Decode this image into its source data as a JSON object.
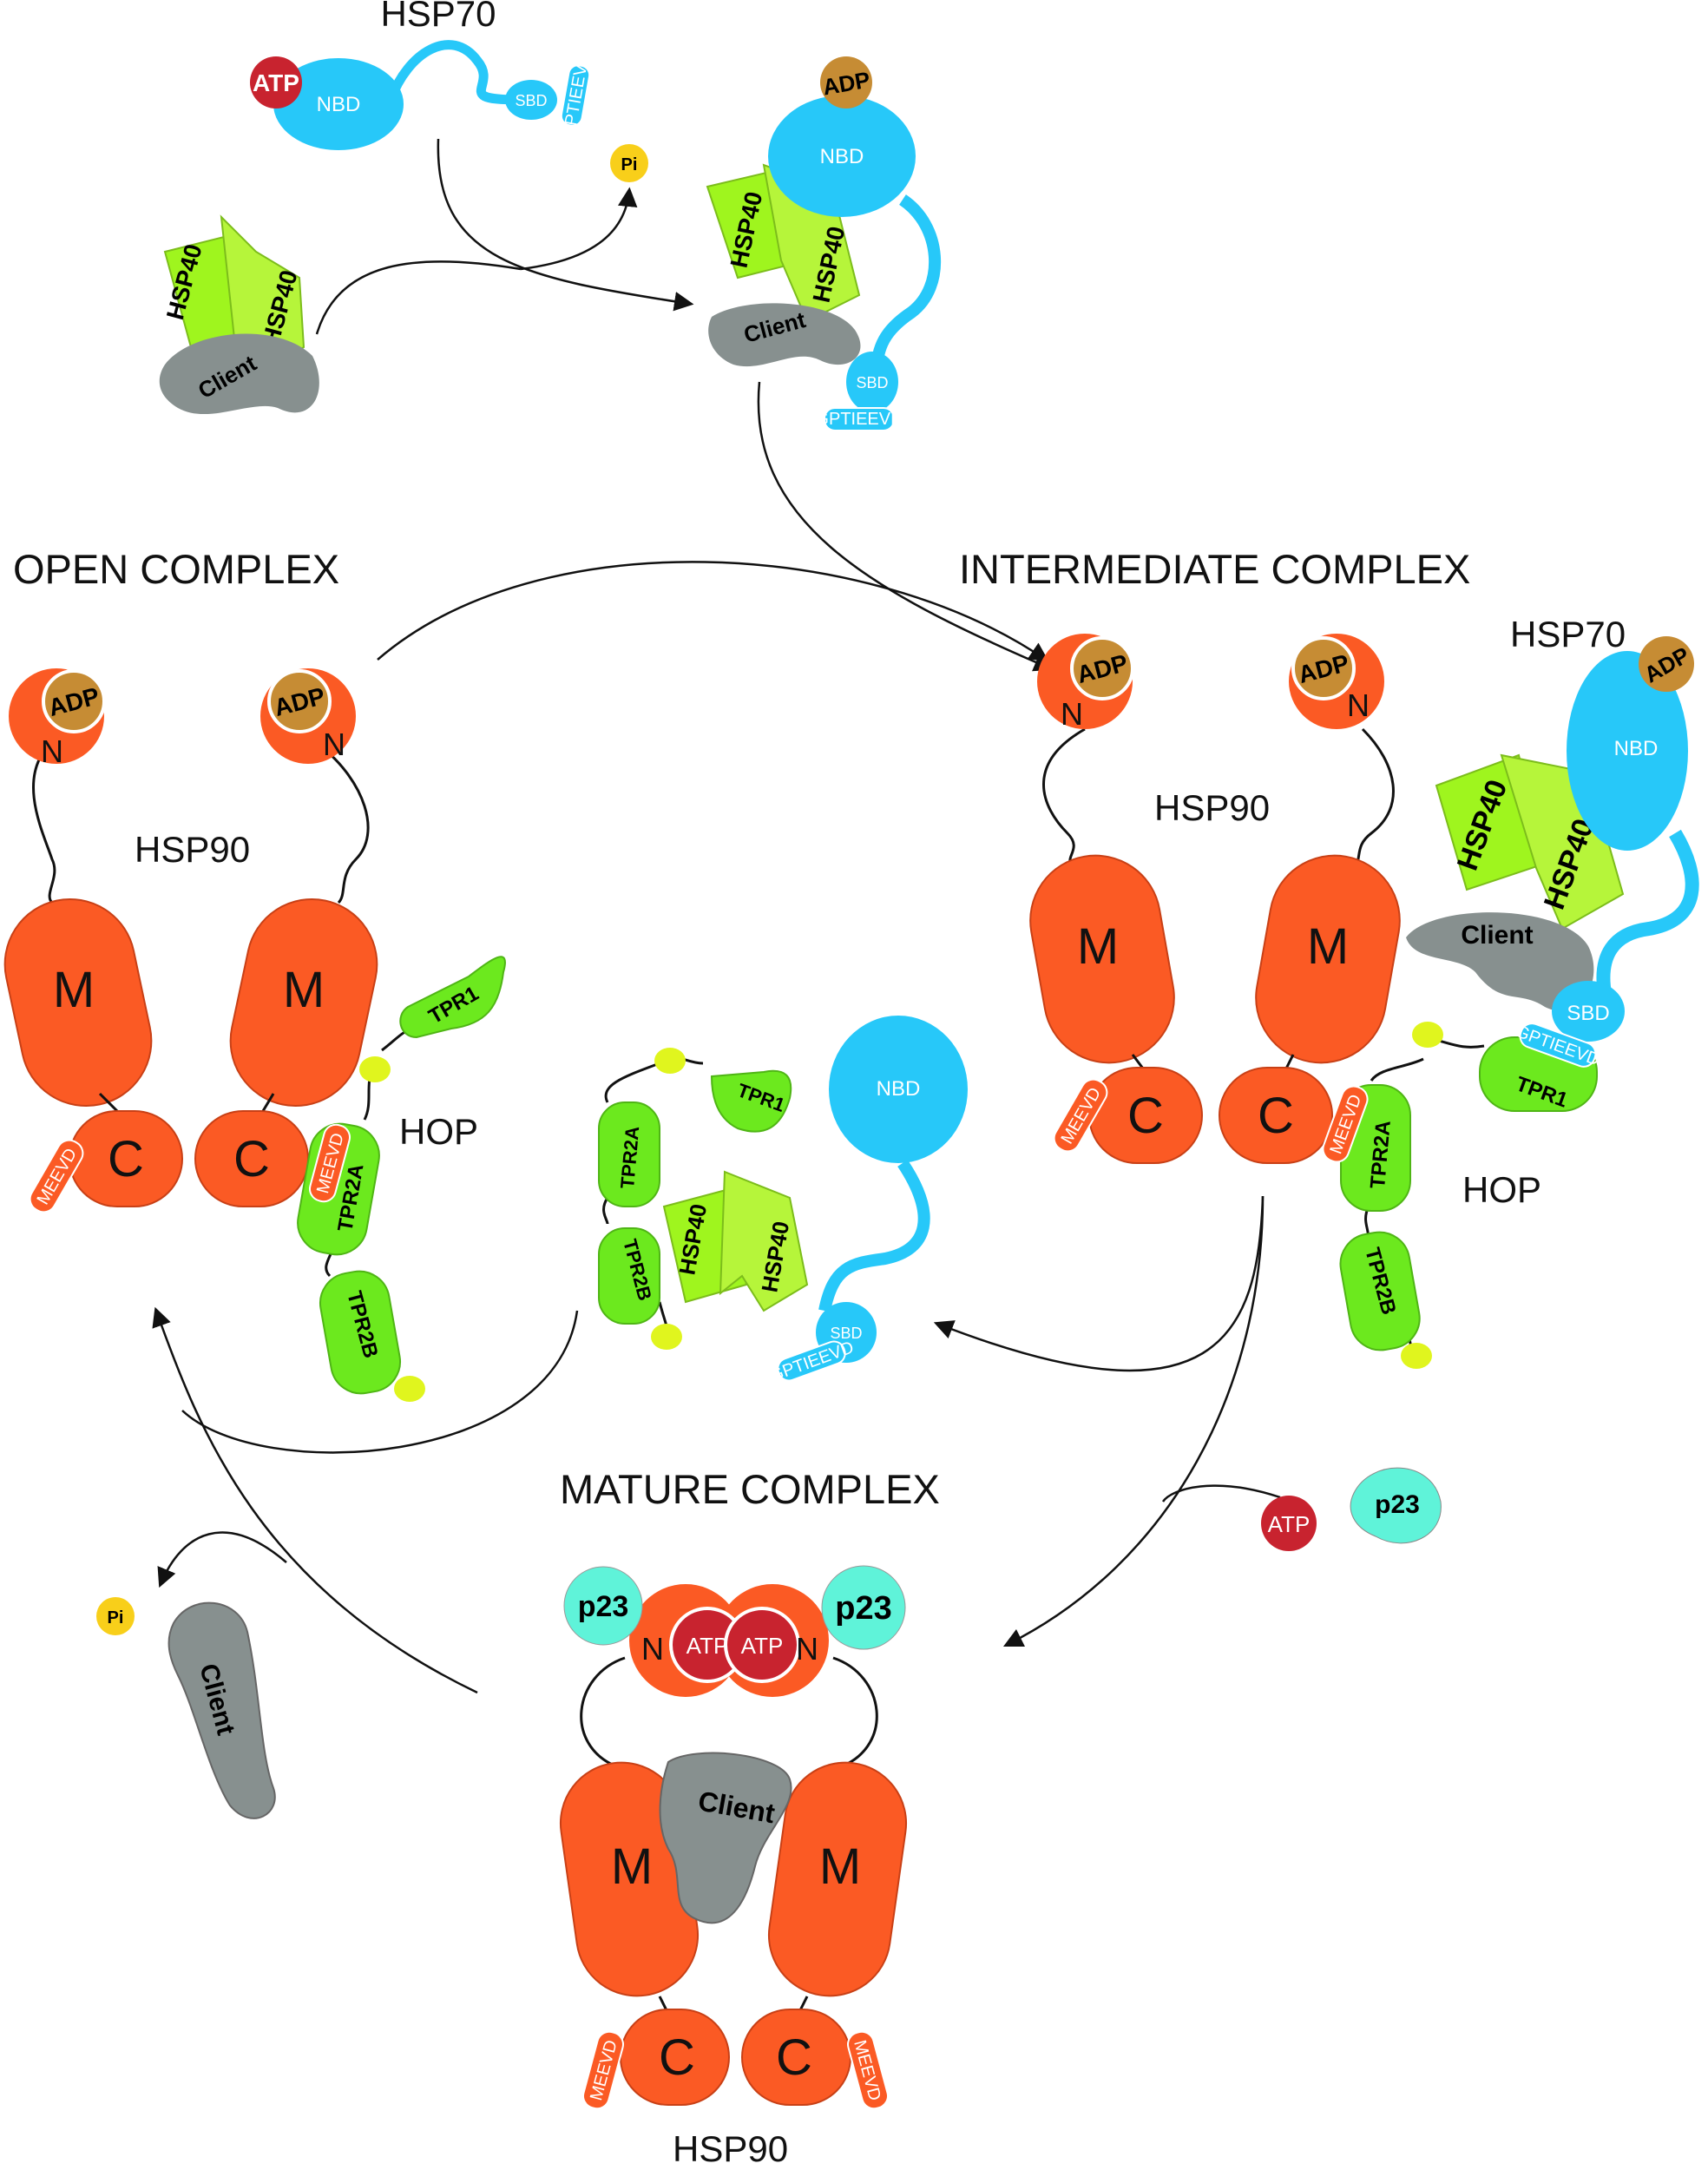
{
  "titles": {
    "open": "OPEN COMPLEX",
    "intermediate": "INTERMEDIATE COMPLEX",
    "mature": "MATURE COMPLEX"
  },
  "labels": {
    "hsp90": "HSP90",
    "hsp70": "HSP70",
    "hop": "HOP",
    "hsp40": "HSP40",
    "client": "Client",
    "nbd": "NBD",
    "sbd": "SBD",
    "gptieevd": "GPTIEEVD",
    "meevd": "MEEVD",
    "tpr1": "TPR1",
    "tpr2a": "TPR2A",
    "tpr2b": "TPR2B",
    "atp": "ATP",
    "adp": "ADP",
    "pi": "Pi",
    "p23": "p23",
    "domain_n": "N",
    "domain_m": "M",
    "domain_c": "C"
  },
  "colors": {
    "hsp90": "#fb5a24",
    "hsp70": "#27c8f9",
    "hsp40": "#9ff51e",
    "hop": "#6ce91e",
    "hop_linker_ball": "#e0f51e",
    "client": "#87908f",
    "atp": "#c8232f",
    "adp": "#c68c34",
    "pi": "#f8cf1a",
    "p23": "#5ff3d9"
  }
}
